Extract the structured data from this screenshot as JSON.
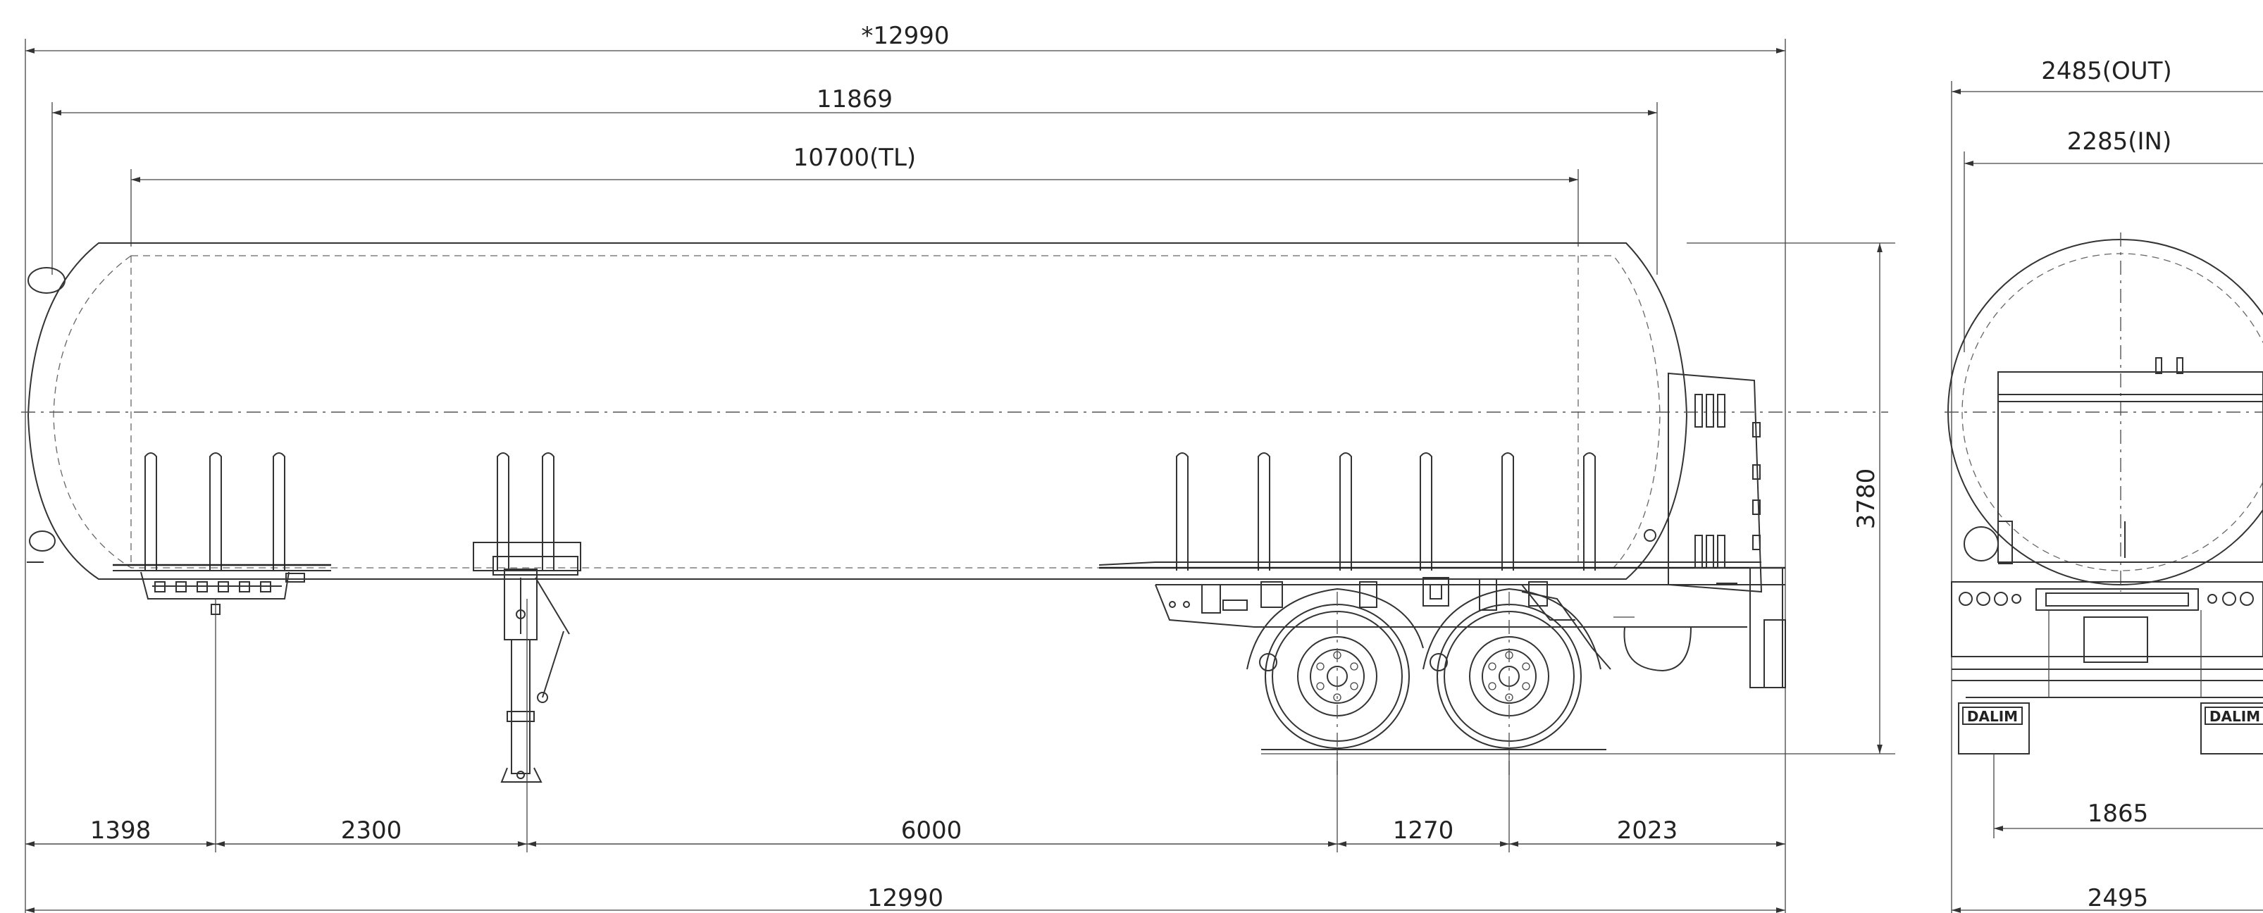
{
  "dimensions": {
    "overall_top": "*12990",
    "tank_length": "11869",
    "tangent_length": "10700(TL)",
    "height": "3780",
    "width_out": "2485(OUT)",
    "width_in": "2285(IN)",
    "track_width": "1865",
    "overall_width": "2495",
    "seg_front": "1398",
    "seg_landing_gear": "2300",
    "seg_wheelbase": "6000",
    "seg_axle_spread": "1270",
    "seg_rear_overhang": "2023",
    "overall_bottom": "12990"
  },
  "logos": {
    "left": "DALIM",
    "right": "DALIM"
  }
}
